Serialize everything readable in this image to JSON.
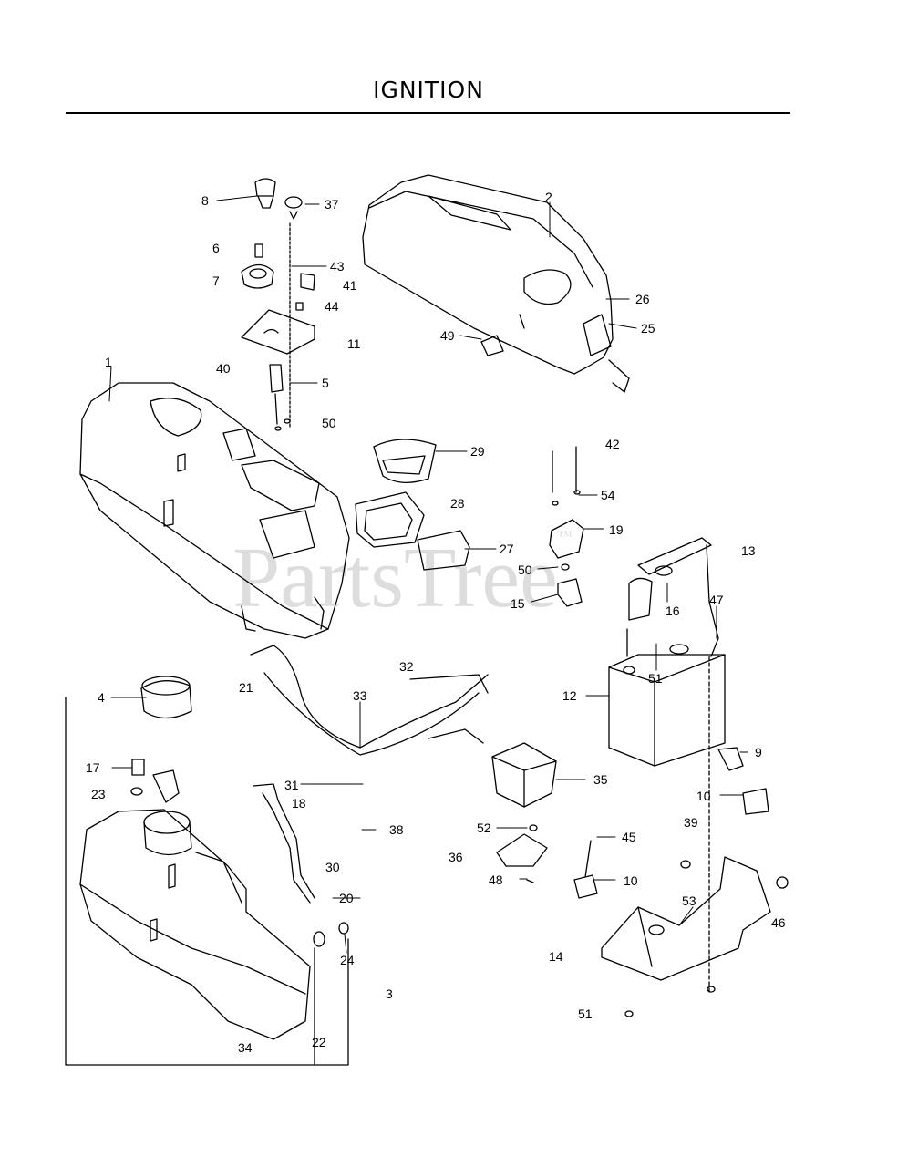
{
  "title": "IGNITION",
  "watermark": "PartsTree",
  "watermark_mark": "™",
  "callouts": [
    "1",
    "2",
    "3",
    "4",
    "5",
    "6",
    "7",
    "8",
    "9",
    "10",
    "10",
    "11",
    "12",
    "13",
    "14",
    "15",
    "16",
    "17",
    "18",
    "19",
    "20",
    "21",
    "22",
    "23",
    "24",
    "25",
    "26",
    "27",
    "28",
    "29",
    "30",
    "31",
    "32",
    "33",
    "34",
    "35",
    "36",
    "37",
    "38",
    "39",
    "40",
    "41",
    "42",
    "43",
    "44",
    "45",
    "46",
    "47",
    "48",
    "49",
    "50",
    "51",
    "51",
    "51",
    "52",
    "52",
    "53",
    "54"
  ],
  "colors": {
    "ink": "#000000",
    "watermark": "#cfcfcf",
    "background": "#ffffff"
  }
}
